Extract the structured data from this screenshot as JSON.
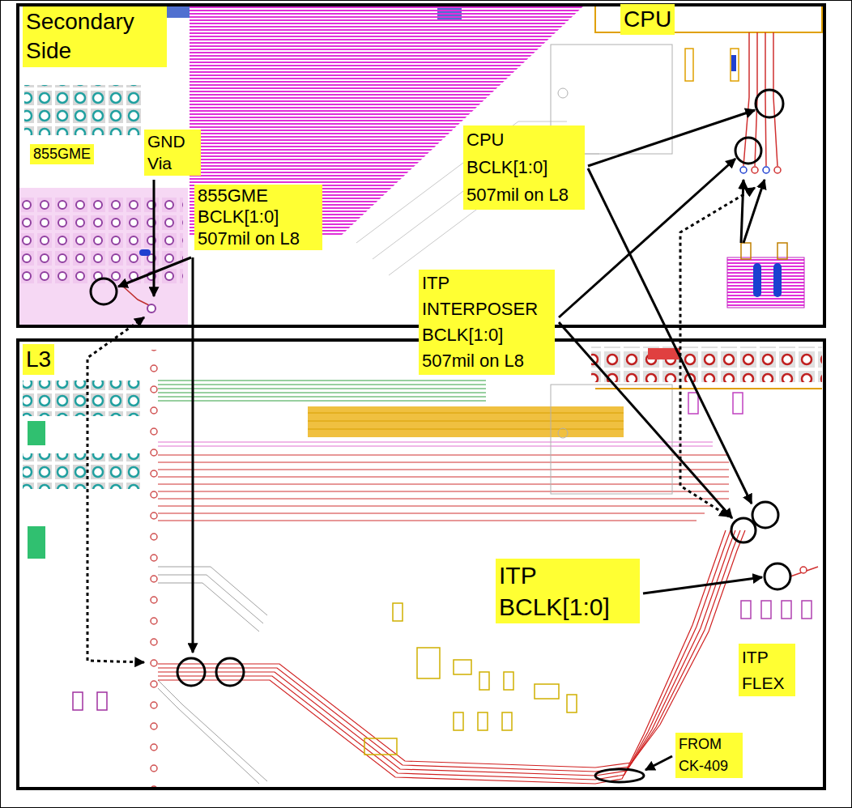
{
  "diagram": {
    "nodes": [
      {
        "text": [
          "Secondary Side"
        ]
      },
      {
        "text": [
          "CPU"
        ]
      },
      {
        "text": [
          "855GME"
        ]
      },
      {
        "text": [
          "GND Via"
        ]
      },
      {
        "text": [
          "855GME BCLK[1:0] 507mil on L8"
        ]
      },
      {
        "text": [
          "CPU BCLK[1:0] 507mil on L8"
        ]
      },
      {
        "text": [
          "ITP INTERPOSER BCLK[1:0] 507mil on L8"
        ]
      },
      {
        "text": [
          "L3"
        ]
      },
      {
        "text": [
          "ITP BCLK[1:0]"
        ]
      },
      {
        "text": [
          "ITP FLEX"
        ]
      },
      {
        "text": [
          "FROM CK-409"
        ]
      }
    ]
  }
}
